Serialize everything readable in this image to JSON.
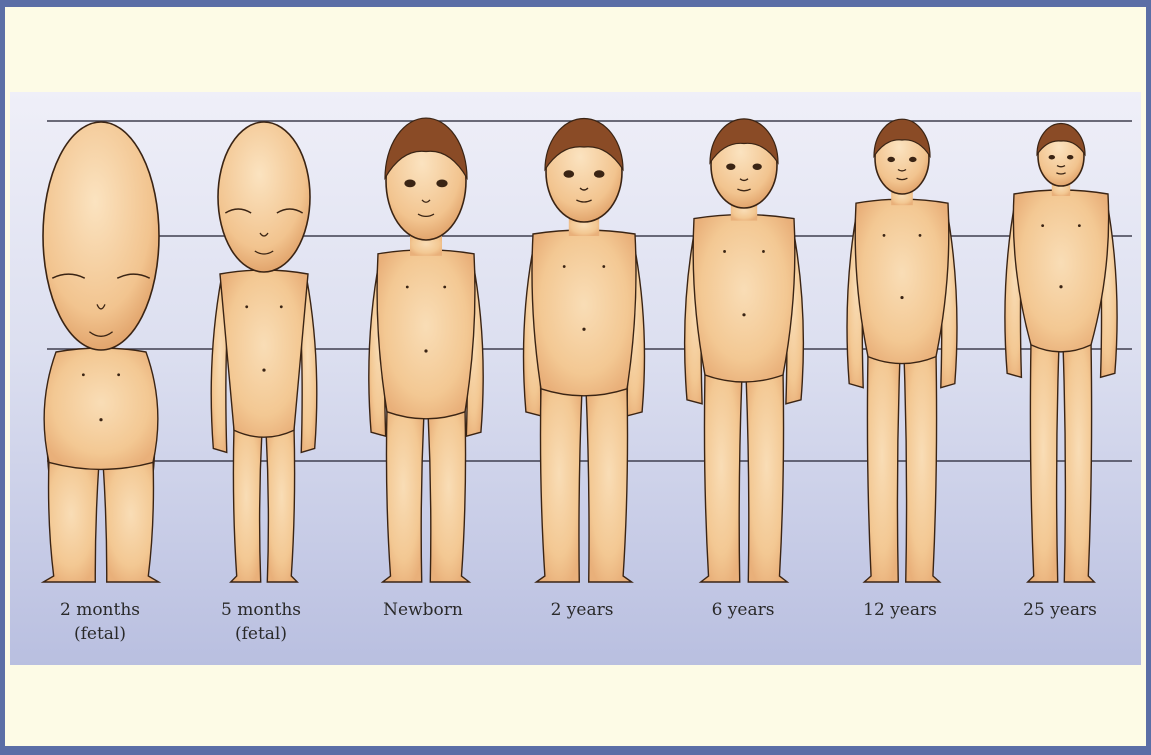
{
  "figures": [
    {
      "label": "2 months",
      "sublabel": "(fetal)"
    },
    {
      "label": "5 months",
      "sublabel": "(fetal)"
    },
    {
      "label": "Newborn",
      "sublabel": ""
    },
    {
      "label": "2 years",
      "sublabel": ""
    },
    {
      "label": "6 years",
      "sublabel": ""
    },
    {
      "label": "12  years",
      "sublabel": ""
    },
    {
      "label": "25  years",
      "sublabel": ""
    }
  ],
  "colors": {
    "frame": "#5b6ea6",
    "skin": "#f6cf9f",
    "skin_shade": "#eab27c",
    "hair": "#8a4b26",
    "outline": "#3a2414",
    "guide_line": "#3f3f4f"
  }
}
